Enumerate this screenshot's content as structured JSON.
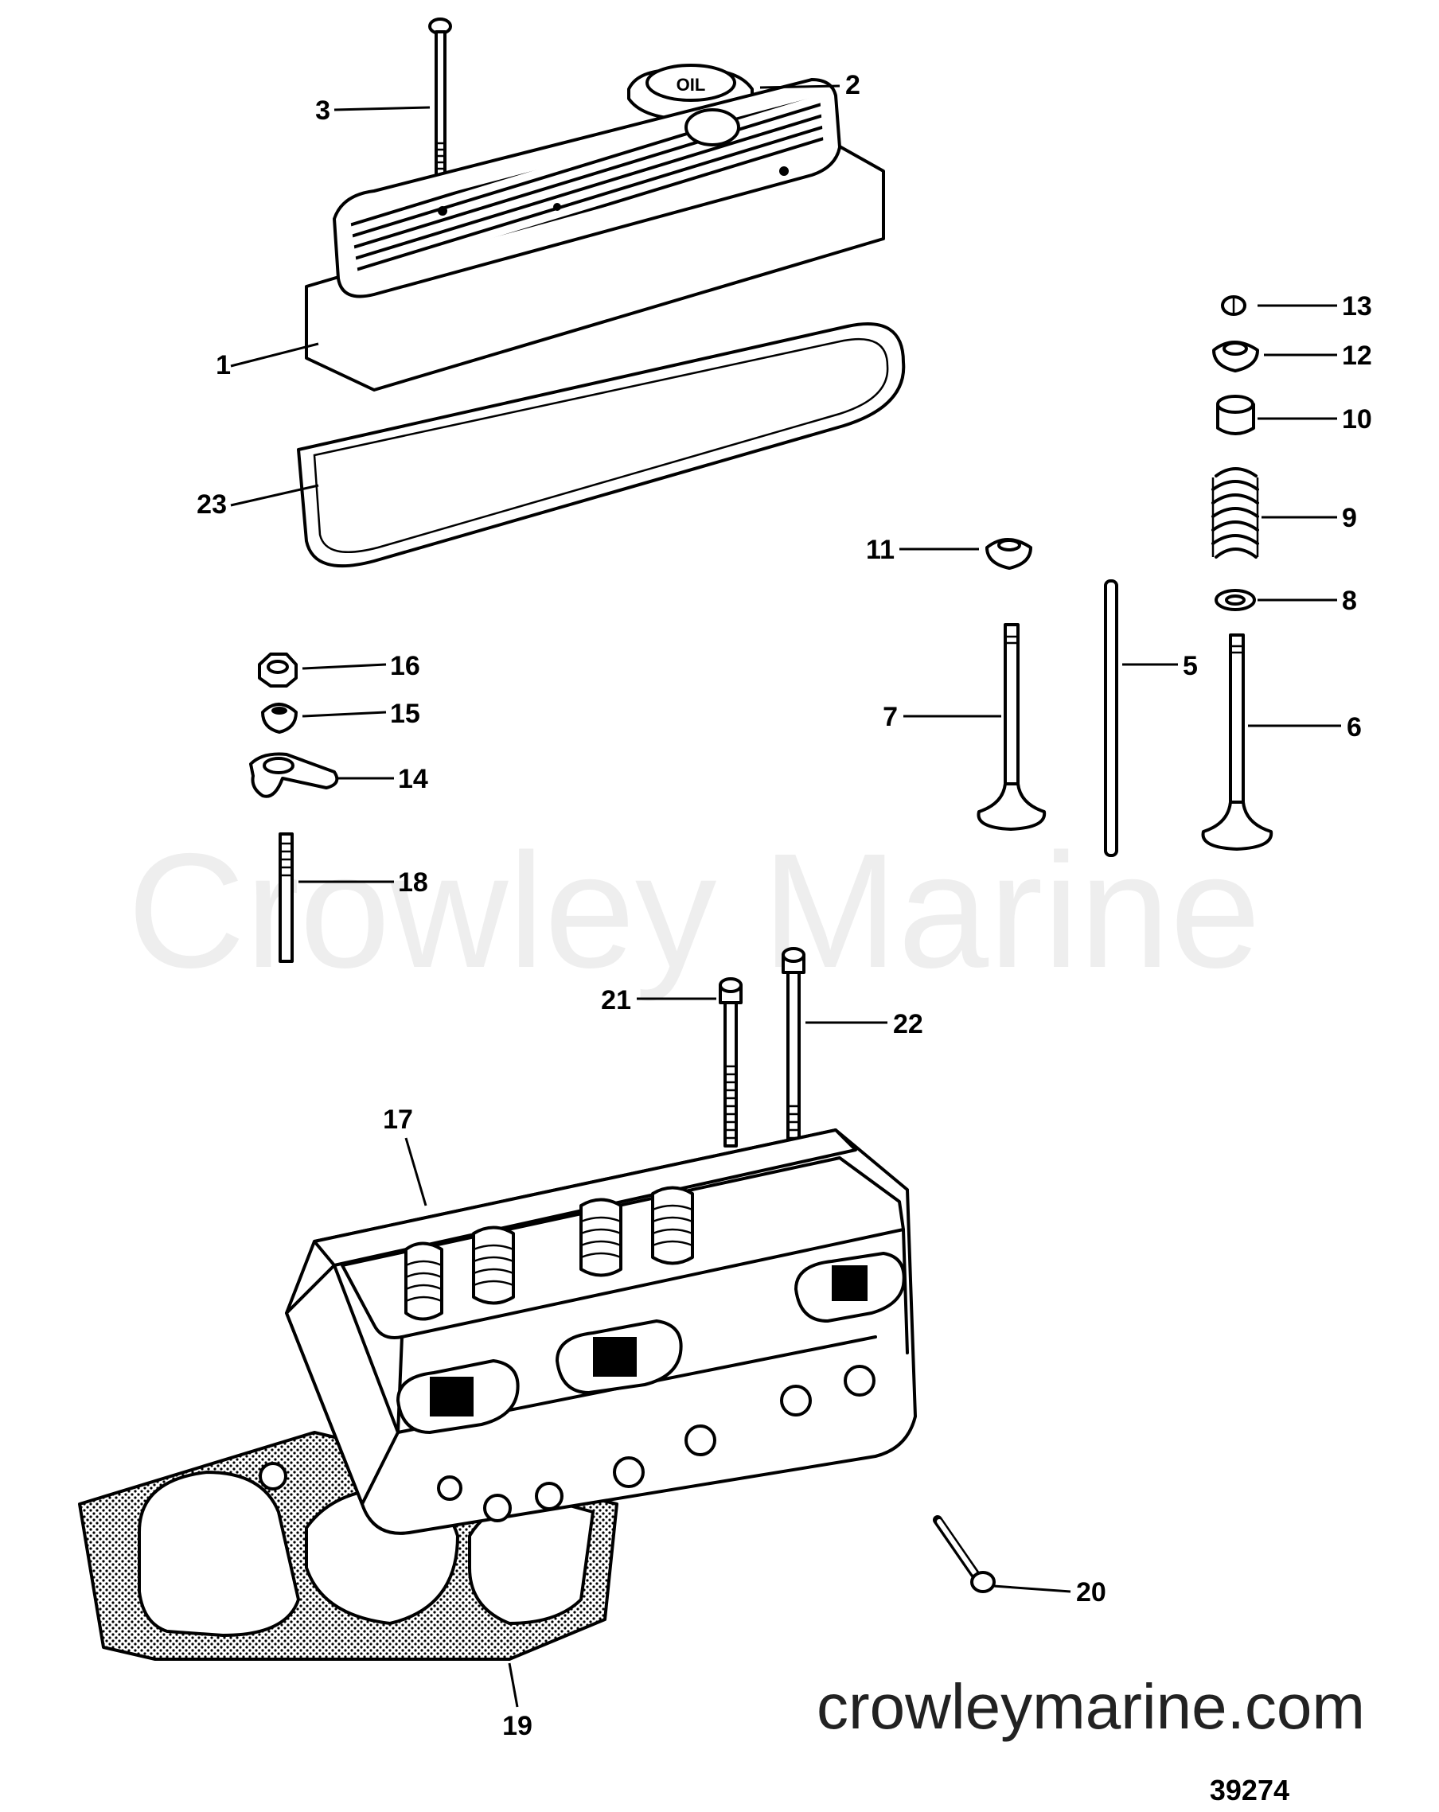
{
  "watermark": "Crowley Marine",
  "website": "crowleymarine.com",
  "figure_number": "39274",
  "oil_cap_text": "OIL",
  "callouts": [
    {
      "id": "1",
      "text": "1"
    },
    {
      "id": "2",
      "text": "2"
    },
    {
      "id": "3",
      "text": "3"
    },
    {
      "id": "5",
      "text": "5"
    },
    {
      "id": "6",
      "text": "6"
    },
    {
      "id": "7",
      "text": "7"
    },
    {
      "id": "8",
      "text": "8"
    },
    {
      "id": "9",
      "text": "9"
    },
    {
      "id": "10",
      "text": "10"
    },
    {
      "id": "11",
      "text": "11"
    },
    {
      "id": "12",
      "text": "12"
    },
    {
      "id": "13",
      "text": "13"
    },
    {
      "id": "14",
      "text": "14"
    },
    {
      "id": "15",
      "text": "15"
    },
    {
      "id": "16",
      "text": "16"
    },
    {
      "id": "17",
      "text": "17"
    },
    {
      "id": "18",
      "text": "18"
    },
    {
      "id": "19",
      "text": "19"
    },
    {
      "id": "20",
      "text": "20"
    },
    {
      "id": "21",
      "text": "21"
    },
    {
      "id": "22",
      "text": "22"
    },
    {
      "id": "23",
      "text": "23"
    }
  ]
}
